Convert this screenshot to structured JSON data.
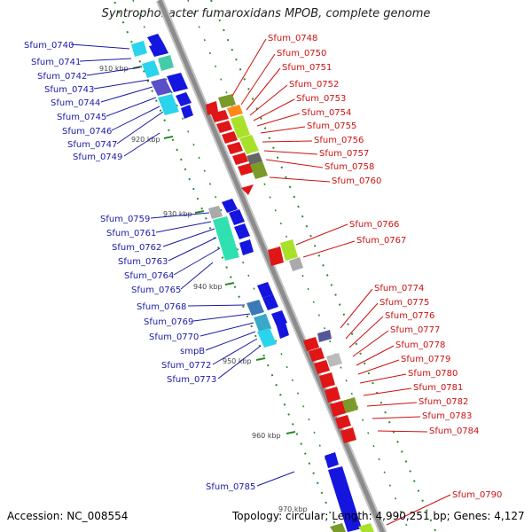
{
  "title": "Syntrophobacter fumaroxidans MPOB, complete genome",
  "accession": "Accession: NC_008554",
  "summary": "Topology: circular; Length: 4,990,251 bp; Genes: 4,127",
  "ticks": [
    "910 kbp",
    "920 kbp",
    "930 kbp",
    "940 kbp",
    "950 kbp",
    "960 kbp",
    "970 kbp"
  ],
  "left_genes": [
    "Sfum_0740",
    "Sfum_0741",
    "Sfum_0742",
    "Sfum_0743",
    "Sfum_0744",
    "Sfum_0745",
    "Sfum_0746",
    "Sfum_0747",
    "Sfum_0749",
    "Sfum_0759",
    "Sfum_0761",
    "Sfum_0762",
    "Sfum_0763",
    "Sfum_0764",
    "Sfum_0765",
    "Sfum_0768",
    "Sfum_0769",
    "Sfum_0770",
    "smpB",
    "Sfum_0772",
    "Sfum_0773",
    "Sfum_0785"
  ],
  "right_genes": [
    "Sfum_0748",
    "Sfum_0750",
    "Sfum_0751",
    "Sfum_0752",
    "Sfum_0753",
    "Sfum_0754",
    "Sfum_0755",
    "Sfum_0756",
    "Sfum_0757",
    "Sfum_0758",
    "Sfum_0760",
    "Sfum_0766",
    "Sfum_0767",
    "Sfum_0774",
    "Sfum_0775",
    "Sfum_0776",
    "Sfum_0777",
    "Sfum_0778",
    "Sfum_0779",
    "Sfum_0780",
    "Sfum_0781",
    "Sfum_0782",
    "Sfum_0783",
    "Sfum_0784",
    "Sfum_0790"
  ],
  "colors": {
    "forward": "#1515e0",
    "reverse": "#e01515",
    "left_label": "#1a1aa6",
    "right_label": "#cc1111",
    "backbone": "#999999",
    "dotted_track": "#2a8a2a"
  }
}
